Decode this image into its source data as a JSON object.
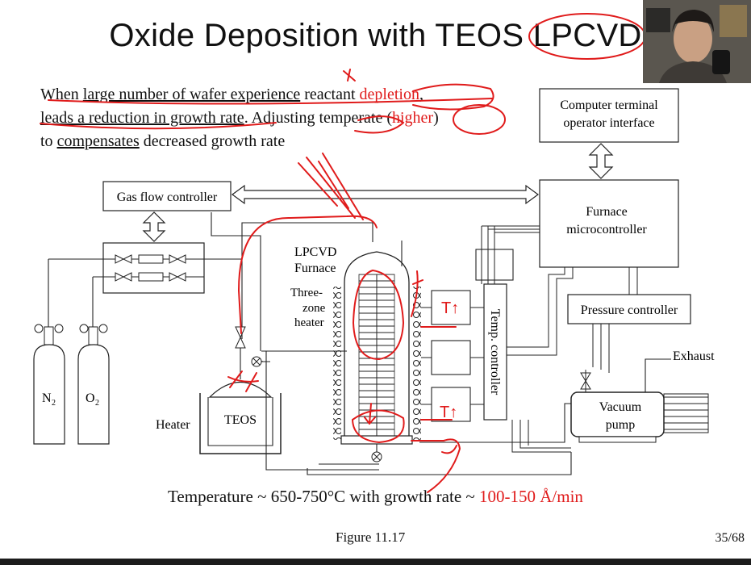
{
  "slide": {
    "title": "Oxide Deposition with TEOS LPCVD",
    "intro": {
      "line1_a": "When ",
      "line1_b": "large number of wafer experience",
      "line1_c": " reactant ",
      "line1_red": "depletion",
      "line1_d": ",",
      "line2_a": "leads a reduction in growth rate",
      "line2_b": ". Adjusting temperate (",
      "line2_red": "higher",
      "line2_c": ")",
      "line3_a": "to ",
      "line3_b": "compensates",
      "line3_c": " decreased growth rate"
    },
    "bottom": {
      "prefix": "Temperature ~ 650-750°C with growth rate ~ ",
      "rate": "100-150 Å/min"
    },
    "figure_caption": "Figure 11.17",
    "page_number": "35/68"
  },
  "diagram": {
    "computer_terminal_1": "Computer terminal",
    "computer_terminal_2": "operator interface",
    "gas_flow_controller": "Gas flow controller",
    "furnace_micro_1": "Furnace",
    "furnace_micro_2": "microcontroller",
    "lpcvd_1": "LPCVD",
    "lpcvd_2": "Furnace",
    "heater_1": "Three-",
    "heater_2": "zone",
    "heater_3": "heater",
    "pressure_controller": "Pressure controller",
    "temp_controller": "Temp. controller",
    "exhaust": "Exhaust",
    "vacuum_1": "Vacuum",
    "vacuum_2": "pump",
    "n2_main": "N",
    "n2_sub": "2",
    "o2_main": "O",
    "o2_sub": "2",
    "heater_label": "Heater",
    "teos": "TEOS"
  },
  "annotations": {
    "zone_mark_top": "T↑",
    "zone_mark_bottom": "T↑",
    "star_mark": "*"
  },
  "colors": {
    "ink_red": "#e01b1b",
    "line_black": "#222222"
  }
}
